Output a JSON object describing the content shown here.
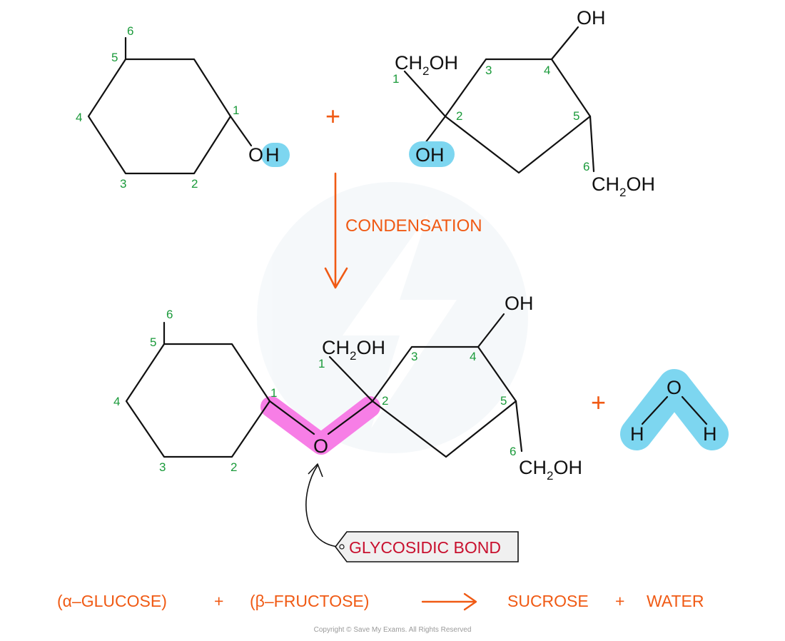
{
  "reactants": {
    "glucose": {
      "carbon_numbers": [
        "1",
        "2",
        "3",
        "4",
        "5",
        "6"
      ],
      "hydroxyl": {
        "o": "O",
        "h": "H"
      }
    },
    "plus": "+",
    "fructose": {
      "carbon_numbers": [
        "1",
        "2",
        "3",
        "4",
        "5",
        "6"
      ],
      "ch2oh_top": {
        "pre": "CH",
        "sub": "2",
        "post": "OH"
      },
      "oh_top": "OH",
      "hydroxyl": "OH",
      "ch2oh_bottom": {
        "pre": "CH",
        "sub": "2",
        "post": "OH"
      }
    }
  },
  "process": {
    "label": "CONDENSATION"
  },
  "products": {
    "glucose_numbers": [
      "1",
      "2",
      "3",
      "4",
      "5",
      "6"
    ],
    "fructose_numbers": [
      "1",
      "2",
      "3",
      "4",
      "5",
      "6"
    ],
    "bridge_oxygen": "O",
    "ch2oh_top": {
      "pre": "CH",
      "sub": "2",
      "post": "OH"
    },
    "oh_top": "OH",
    "ch2oh_bottom": {
      "pre": "CH",
      "sub": "2",
      "post": "OH"
    },
    "plus": "+",
    "water": {
      "o": "O",
      "h_left": "H",
      "h_right": "H"
    },
    "bond_tag": "GLYCOSIDIC BOND"
  },
  "equation": {
    "glucose": "(α–GLUCOSE)",
    "plus_1": "+",
    "fructose": "(β–FRUCTOSE)",
    "sucrose": "SUCROSE",
    "plus_2": "+",
    "water": "WATER"
  },
  "copyright": "Copyright © Save My Exams. All Rights Reserved",
  "colors": {
    "orange": "#f05a14",
    "green": "#1a9a3a",
    "highlight_blue": "#7dd6f0",
    "highlight_pink": "#f77ee6",
    "tag_red": "#c8102e",
    "tag_fill": "#f0f0f0"
  }
}
